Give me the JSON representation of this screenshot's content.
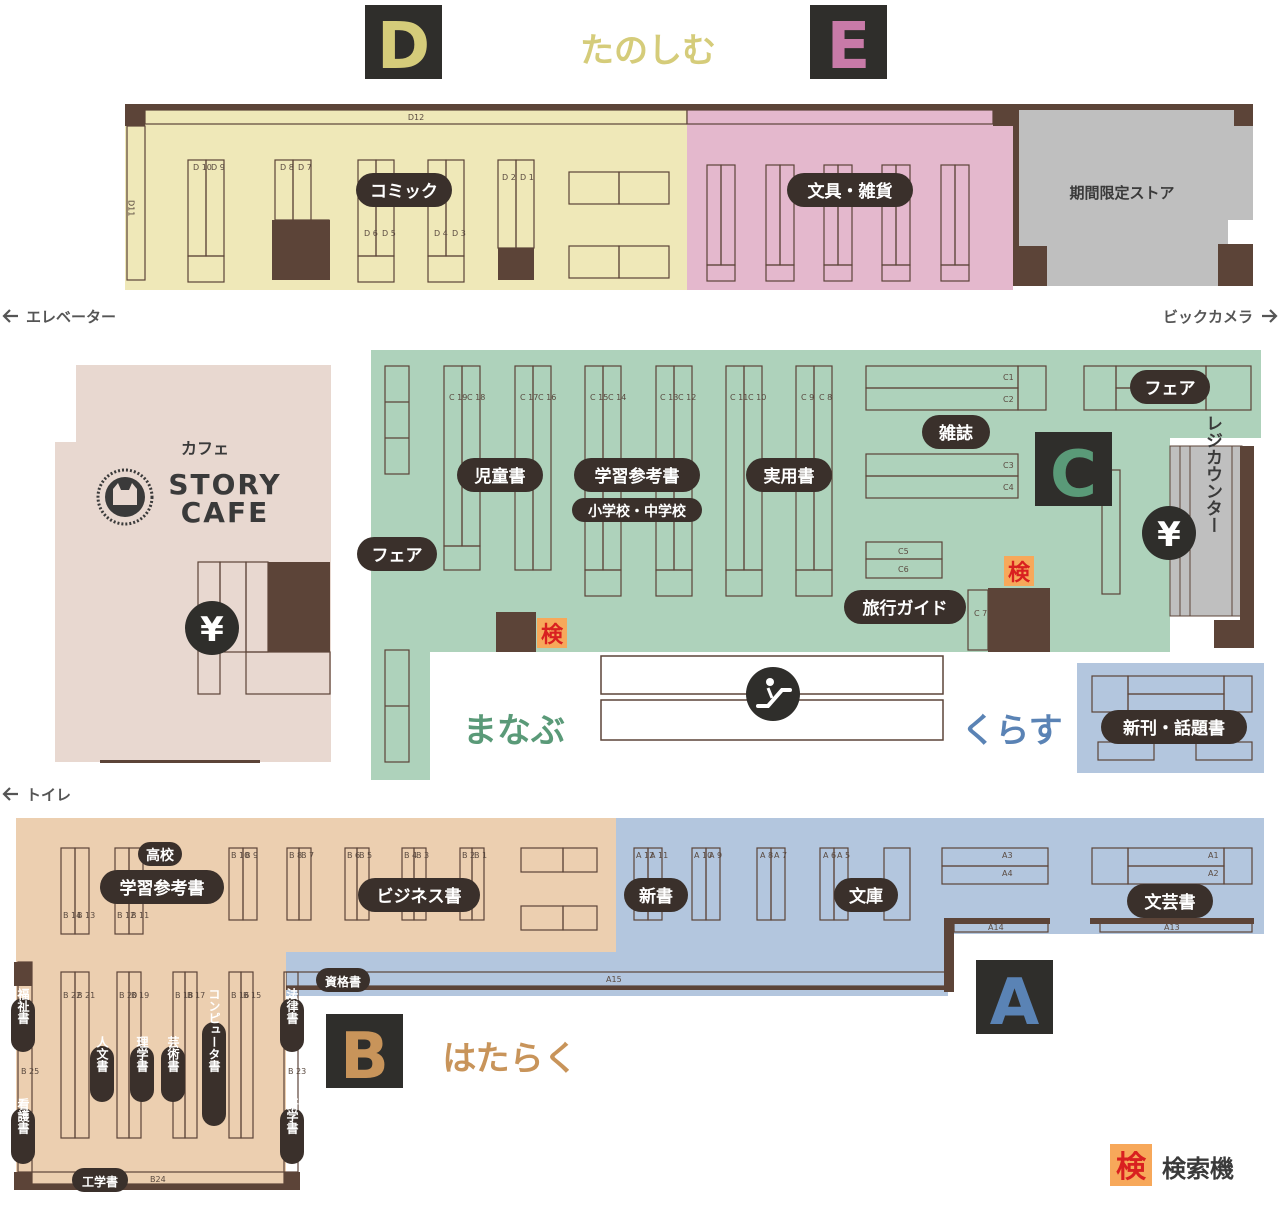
{
  "zones": {
    "D": {
      "letter": "D",
      "color": "#d5cc7a"
    },
    "E": {
      "letter": "E",
      "color": "#c87aa8"
    },
    "C": {
      "letter": "C",
      "color": "#5a9a78"
    },
    "A": {
      "letter": "A",
      "color": "#5a83b5"
    },
    "B": {
      "letter": "B",
      "color": "#c8945a"
    }
  },
  "themes": {
    "tanoshimu": "たのしむ",
    "manabu": "まなぶ",
    "kurasu": "くらす",
    "hataraku": "はたらく"
  },
  "directions": {
    "elevator": "エレベーター",
    "bic_camera": "ビックカメラ",
    "toilet": "トイレ"
  },
  "cafe": {
    "label": "カフェ",
    "line1": "STORY",
    "line2": "CAFE"
  },
  "areas": {
    "comic": "コミック",
    "stationery": "文具・雑貨",
    "limited_store": "期間限定ストア",
    "children": "児童書",
    "study_ref_elem": "学習参考書",
    "study_ref_elem_sub": "小学校・中学校",
    "practical": "実用書",
    "magazines": "雑誌",
    "fair_c": "フェア",
    "fair_left": "フェア",
    "travel_guide": "旅行ガイド",
    "register": "レジカウンター",
    "new_topics": "新刊・話題書",
    "shinsho": "新書",
    "bunko": "文庫",
    "bungei": "文芸書",
    "study_ref_high": "学習参考書",
    "study_ref_high_sub": "高校",
    "business": "ビジネス書",
    "certification": "資格書",
    "welfare": "福祉書",
    "nursing": "看護書",
    "humanities": "人文書",
    "science": "理学書",
    "arts": "芸術書",
    "computer": "コンピュータ書",
    "law": "法律書",
    "language": "語学書",
    "engineering": "工学書"
  },
  "search_kiosk": {
    "glyph": "検",
    "label": "検索機"
  },
  "yen_symbol": "¥",
  "shelf_labels": {
    "D12": "D12",
    "D11": "D11",
    "D10": "D 10",
    "D9": "D 9",
    "D8": "D 8",
    "D7": "D 7",
    "D6": "D 6",
    "D5": "D 5",
    "D4": "D 4",
    "D3": "D 3",
    "D2": "D 2",
    "D1": "D 1",
    "C19": "C 19",
    "C18": "C 18",
    "C17": "C 17",
    "C16": "C 16",
    "C15": "C 15",
    "C14": "C 14",
    "C13": "C 13",
    "C12": "C 12",
    "C11": "C 11",
    "C10": "C 10",
    "C9": "C 9",
    "C8": "C 8",
    "C1": "C1",
    "C2": "C2",
    "C3": "C3",
    "C4": "C4",
    "C5": "C5",
    "C6": "C6",
    "C7": "C 7",
    "A1": "A1",
    "A2": "A2",
    "A3": "A3",
    "A4": "A4",
    "A5": "A 5",
    "A6": "A 6",
    "A7": "A 7",
    "A8": "A 8",
    "A9": "A 9",
    "A10": "A 10",
    "A11": "A 11",
    "A12": "A 12",
    "A13": "A13",
    "A14": "A14",
    "A15": "A15",
    "B1": "B 1",
    "B2": "B 2",
    "B3": "B 3",
    "B4": "B 4",
    "B5": "B 5",
    "B6": "B 6",
    "B7": "B 7",
    "B8": "B 8",
    "B9": "B 9",
    "B10": "B 10",
    "B11": "B 11",
    "B12": "B 12",
    "B13": "B 13",
    "B14": "B 14",
    "B15": "B 15",
    "B16": "B 16",
    "B17": "B 17",
    "B18": "B 18",
    "B19": "B 19",
    "B20": "B 20",
    "B21": "B 21",
    "B22": "B 22",
    "B23": "B 23",
    "B24": "B24",
    "B25": "B 25"
  }
}
